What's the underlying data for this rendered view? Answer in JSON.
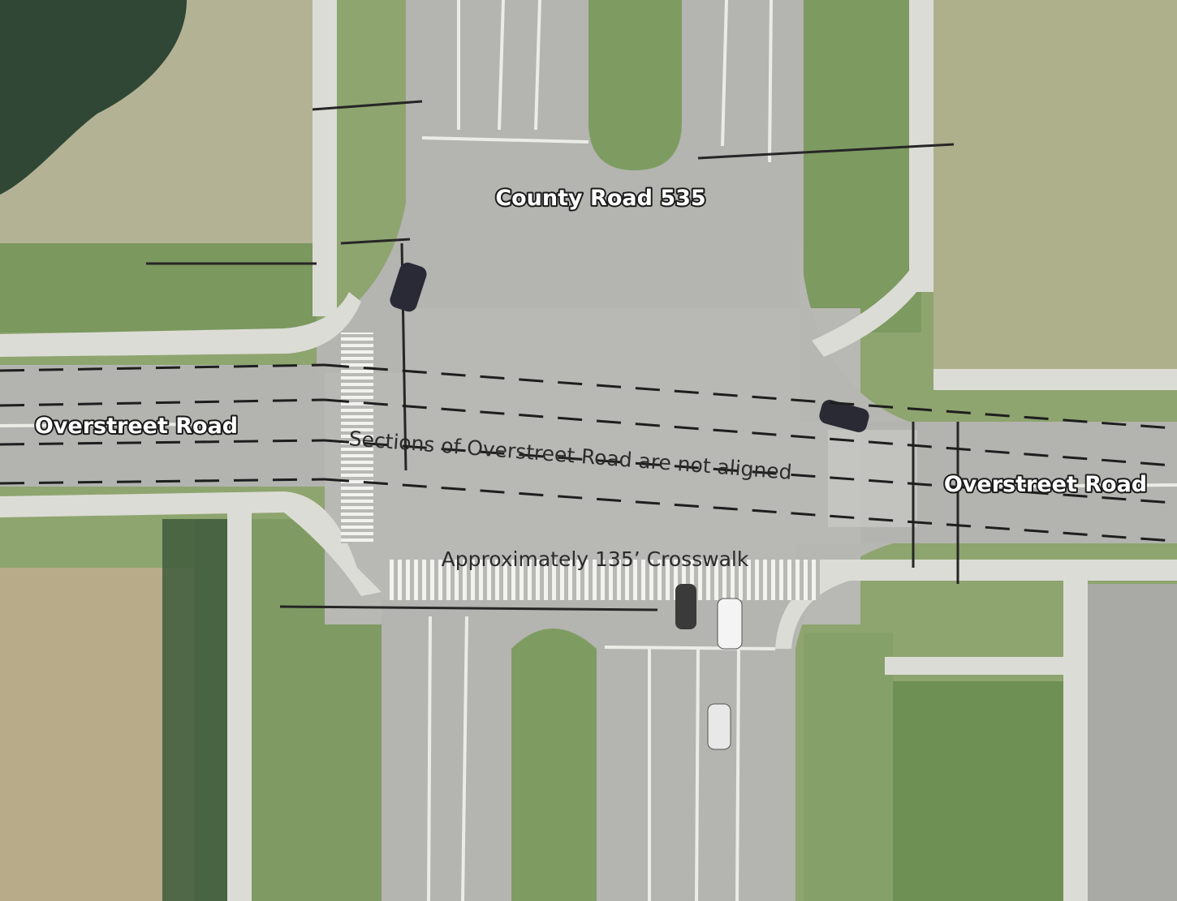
{
  "labels": {
    "north_road": "County Road 535",
    "west_road": "Overstreet Road",
    "east_road": "Overstreet Road",
    "alignment_note": "Sections of Overstreet Road are not aligned",
    "crosswalk_note": "Approximately 135’ Crosswalk"
  },
  "colors": {
    "grass": "#7f9b63",
    "dry_grass": "#b6b39a",
    "pavement": "#b5b5b1",
    "sidewalk": "#dcdcd6",
    "median": "#7e9c61",
    "dark_trees": "#2e4632",
    "dashed_line": "#1e1e1e",
    "label_outline": "#1a1a1a"
  }
}
